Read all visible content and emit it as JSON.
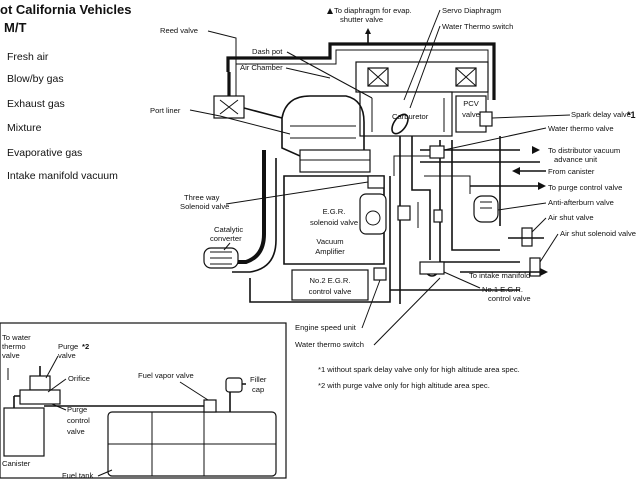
{
  "title": {
    "line1": "ot California Vehicles",
    "line2": "M/T"
  },
  "legend": [
    "Fresh air",
    "Blow/by gas",
    "Exhaust gas",
    "Mixture",
    "Evaporative gas",
    "Intake manifold vacuum"
  ],
  "labels": {
    "reed_valve": "Reed valve",
    "dash_pot": "Dash pot",
    "air_chamber": "Air Chamber",
    "diaphragm_line1": "To diaphragm for evap.",
    "diaphragm_line2": "shutter valve",
    "servo_diaphragm": "Servo Diaphragm",
    "water_thermo_switch_top": "Water Thermo switch",
    "port_liner": "Port liner",
    "carburetor": "Carburetor",
    "pcv_line1": "PCV",
    "pcv_line2": "valve",
    "spark_delay_valve": "Spark delay valve",
    "spark_delay_mark": "*1",
    "water_thermo_valve": "Water thermo valve",
    "to_distributor_line1": "To distributor vacuum",
    "to_distributor_line2": "advance unit",
    "from_canister": "From canister",
    "to_purge_control_valve": "To purge control valve",
    "anti_afterburn_valve": "Anti-afterburn valve",
    "air_shut_valve": "Air shut valve",
    "air_shut_solenoid_valve": "Air shut solenoid valve",
    "three_way_line1": "Three way",
    "three_way_line2": "Solenoid valve",
    "egr_solenoid_line1": "E.G.R.",
    "egr_solenoid_line2": "solenoid valve",
    "catalytic_line1": "Catalytic",
    "catalytic_line2": "converter",
    "vacuum_amp_line1": "Vacuum",
    "vacuum_amp_line2": "Amplifier",
    "no2_egr_line1": "No.2 E.G.R.",
    "no2_egr_line2": "control valve",
    "to_intake_manifold": "To intake manifold",
    "no1_egr_line1": "No.1 E.G.R.",
    "no1_egr_line2": "control valve",
    "engine_speed_unit": "Engine speed unit",
    "water_thermo_switch_bottom": "Water thermo switch",
    "to_water_thermo_line1": "To water",
    "to_water_thermo_line2": "thermo",
    "to_water_thermo_line3": "valve",
    "purge_line1": "Purge",
    "purge_mark": "*2",
    "purge_line2": "valve",
    "orifice": "Orifice",
    "purge_control_line1": "Purge",
    "purge_control_line2": "control",
    "purge_control_line3": "valve",
    "fuel_vapor_valve": "Fuel vapor valve",
    "filler_cap_line1": "Filler",
    "filler_cap_line2": "cap",
    "canister": "Canister",
    "fuel_tank": "Fuel tank"
  },
  "notes": [
    "*1 without spark delay valve only for high altitude area spec.",
    "*2 with purge valve only for high altitude area spec."
  ]
}
